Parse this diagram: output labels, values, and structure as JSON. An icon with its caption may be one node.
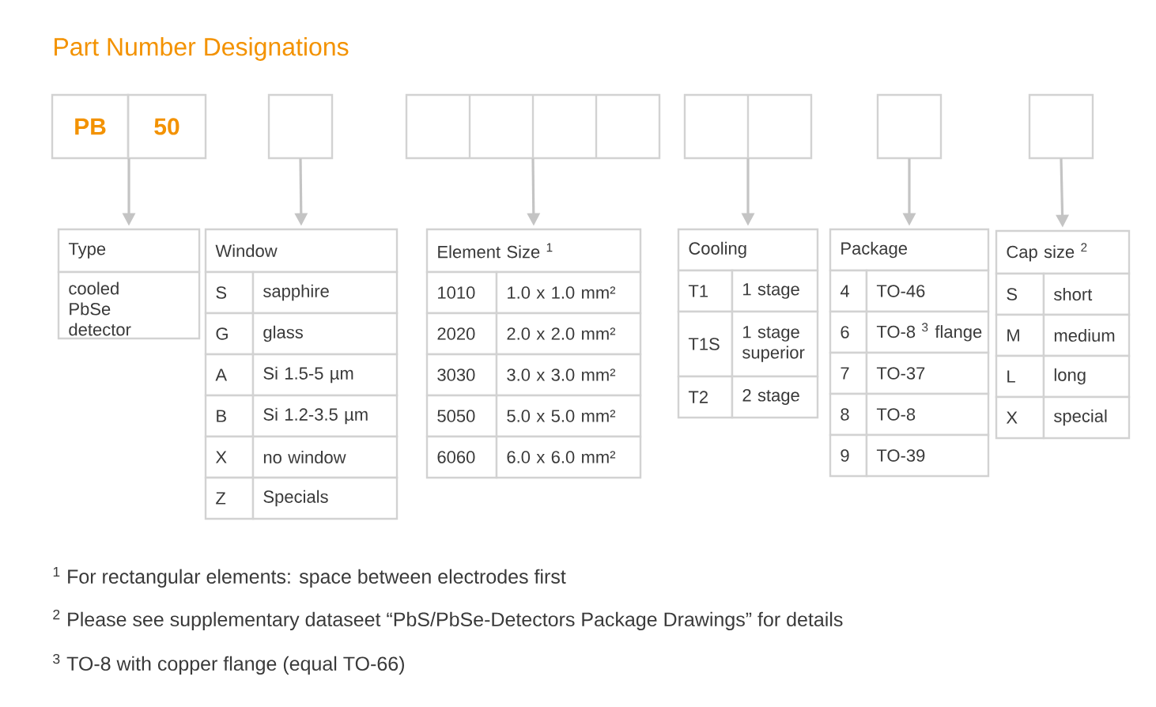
{
  "diagram": {
    "title": "Part Number Designations",
    "nodes": [
      {
        "text": [
          "PB",
          "50"
        ]
      },
      {
        "text": [],
        "shape": "box"
      },
      {
        "text": [],
        "shape": "box"
      },
      {
        "text": [],
        "shape": "box"
      },
      {
        "text": [],
        "shape": "box"
      },
      {
        "text": [],
        "shape": "box"
      },
      {
        "text": [
          "Type",
          "cooled PbSe detector"
        ]
      },
      {
        "text": [
          "Window",
          "S",
          "sapphire",
          "G",
          "glass",
          "A",
          "Si 1.5-5 µm",
          "B",
          "Si 1.2-3.5 µm",
          "X",
          "no window",
          "Z",
          "Specials"
        ]
      },
      {
        "text": [
          "Element Size $^{1}$",
          "1010",
          "1.0 x 1.0 mm²",
          "2020",
          "2.0 x 2.0 mm²",
          "3030",
          "3.0 x 3.0 mm²",
          "5050",
          "5.0 x 5.0 mm²",
          "6060",
          "6.0 x 6.0 mm²"
        ]
      },
      {
        "text": [
          "Cooling",
          "T1",
          "1 stage",
          "T1S",
          "1 stage superior",
          "T2",
          "2 stage"
        ]
      },
      {
        "text": [
          "Package",
          "4",
          "TO-46",
          "6",
          "TO-8 $^{3}$ flange",
          "7",
          "TO-37",
          "8",
          "TO-8",
          "9",
          "TO-39"
        ]
      },
      {
        "text": [
          "Cap size $^{2}$",
          "S",
          "short",
          "M",
          "medium",
          "L",
          "long",
          "X",
          "special"
        ]
      }
    ],
    "edges": [
      {
        "from": 0,
        "to": 6,
        "arrow": "to"
      },
      {
        "from": 1,
        "to": 7,
        "arrow": "to"
      },
      {
        "from": 2,
        "to": 8,
        "arrow": "to"
      },
      {
        "from": 3,
        "to": 9,
        "arrow": "to"
      },
      {
        "from": 4,
        "to": 10,
        "arrow": "to"
      },
      {
        "from": 5,
        "to": 11,
        "arrow": "to"
      }
    ],
    "labels": [
      "$^{1}$ For rectangular elements: space between electrodes first",
      "$^{2}$ Please see supplementary dataseet “PbS/PbSe-Detectors Package Drawings” for details",
      "$^{3}$ TO-8 with copper flange (equal TO-66)"
    ]
  }
}
